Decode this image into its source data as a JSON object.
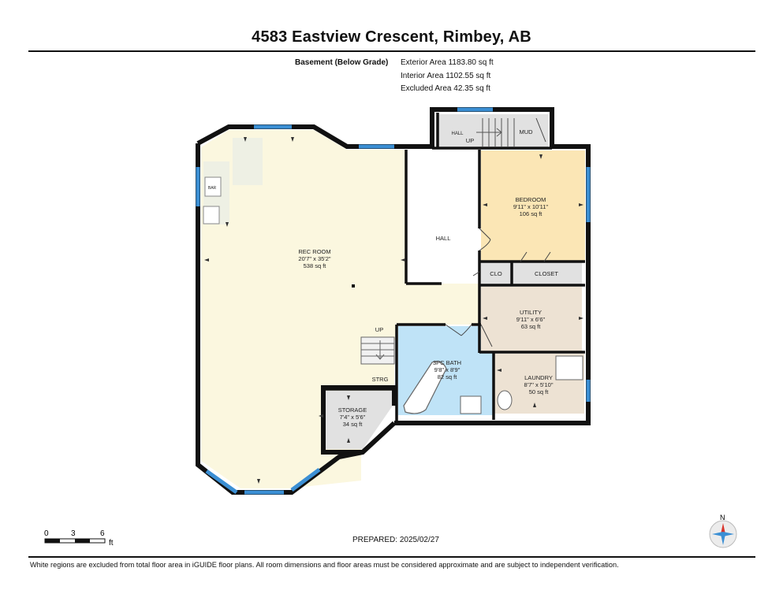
{
  "header": {
    "address": "4583 Eastview Crescent, Rimbey, AB"
  },
  "summary": {
    "level": "Basement (Below Grade)",
    "exterior": "Exterior Area 1183.80 sq ft",
    "interior": "Interior Area 1102.55 sq ft",
    "excluded": "Excluded Area 42.35 sq ft"
  },
  "rooms": {
    "rec_room": {
      "name": "REC ROOM",
      "dims": "20'7\" x 35'2\"",
      "area": "538 sq ft"
    },
    "bedroom": {
      "name": "BEDROOM",
      "dims": "9'11\" x 10'11\"",
      "area": "106 sq ft"
    },
    "utility": {
      "name": "UTILITY",
      "dims": "9'11\" x 6'6\"",
      "area": "63 sq ft"
    },
    "bath": {
      "name": "3PC BATH",
      "dims": "9'8\" x 8'9\"",
      "area": "82 sq ft"
    },
    "laundry": {
      "name": "LAUNDRY",
      "dims": "8'7\" x 5'10\"",
      "area": "50 sq ft"
    },
    "storage": {
      "name": "STORAGE",
      "dims": "7'4\" x 5'6\"",
      "area": "34 sq ft"
    },
    "hall": "HALL",
    "hall_top": "HALL",
    "mud": "MUD",
    "clo": "CLO",
    "closet": "CLOSET",
    "strg": "STRG",
    "up_top": "UP",
    "up_stairs": "UP",
    "bar": "BAR"
  },
  "scale": {
    "t0": "0",
    "t1": "3",
    "t2": "6",
    "unit": "ft"
  },
  "compass": {
    "label": "N"
  },
  "footer": {
    "prepared": "PREPARED: 2025/02/27",
    "disclaimer": "White regions are excluded from total floor area in iGUIDE floor plans. All room dimensions and floor areas must be considered approximate and are subject to independent verification."
  },
  "colors": {
    "wall": "#111111",
    "window": "#3b8fd4",
    "rec_room": "#fbf7df",
    "bedroom": "#fbe6b5",
    "utility": "#ede2d3",
    "bath": "#bfe3f7",
    "grey_room": "#e1e1e1"
  }
}
